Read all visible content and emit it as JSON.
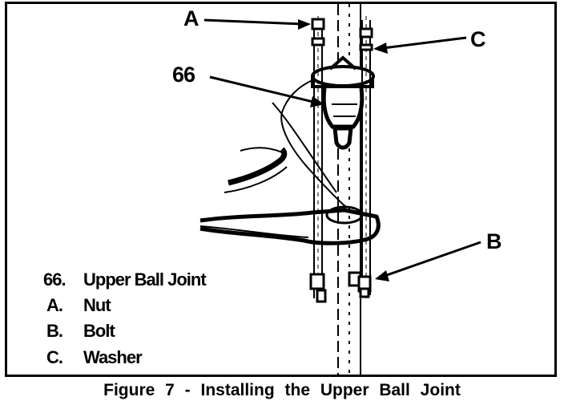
{
  "callouts": {
    "a": "A",
    "b": "B",
    "c": "C",
    "part_66": "66"
  },
  "legend": [
    {
      "key": "66.",
      "text": "Upper Ball Joint"
    },
    {
      "key": "A.",
      "text": "Nut"
    },
    {
      "key": "B.",
      "text": "Bolt"
    },
    {
      "key": "C.",
      "text": "Washer"
    }
  ],
  "caption": "Figure 7 - Installing the Upper Ball Joint"
}
